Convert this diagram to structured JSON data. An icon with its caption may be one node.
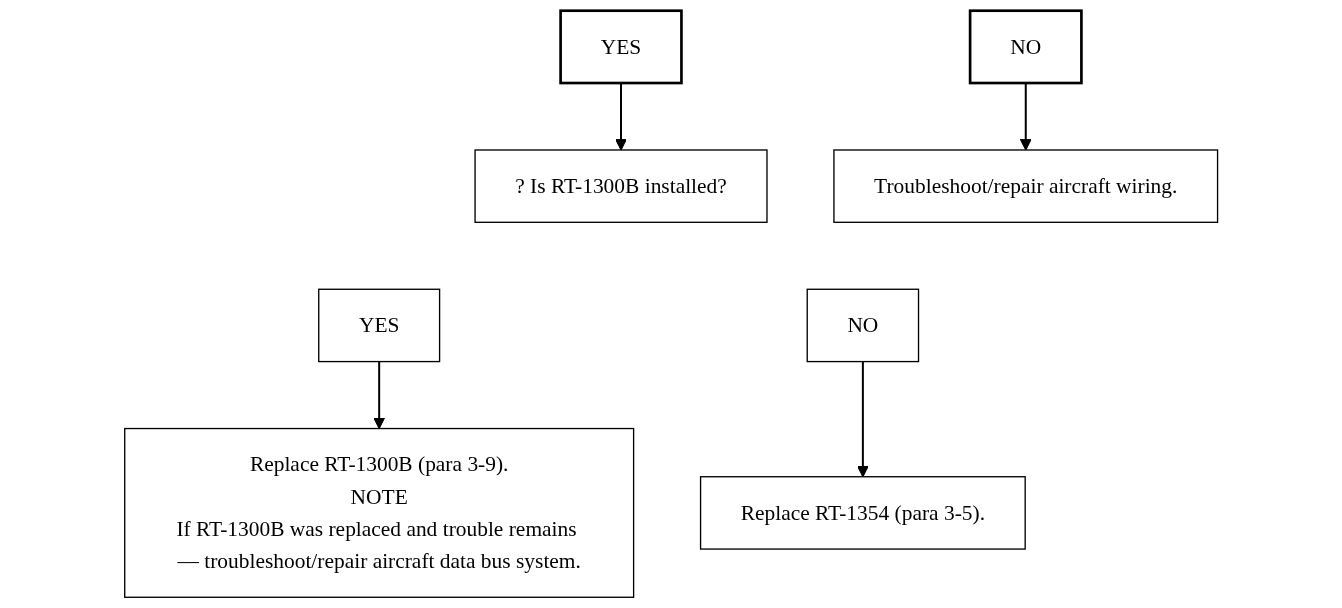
{
  "diagram": {
    "nodes": [
      {
        "text": [
          "YES"
        ]
      },
      {
        "text": [
          "NO"
        ]
      },
      {
        "text": [
          "? Is RT-1300B installed?"
        ]
      },
      {
        "text": [
          "Troubleshoot/repair aircraft wiring."
        ]
      },
      {
        "text": [
          "YES"
        ]
      },
      {
        "text": [
          "NO"
        ]
      },
      {
        "text": [
          "Replace RT-1300B (para 3-9).",
          "NOTE",
          "If RT-1300B was replaced and trouble remains — troubleshoot/repair aircraft data bus system."
        ]
      },
      {
        "text": [
          "Replace RT-1354 (para 3-5)."
        ]
      }
    ],
    "edges": [
      {
        "from": 0,
        "to": 2,
        "arrow": "to"
      },
      {
        "from": 1,
        "to": 3,
        "arrow": "to"
      },
      {
        "from": 4,
        "to": 6,
        "arrow": "to"
      },
      {
        "from": 5,
        "to": 7,
        "arrow": "to"
      }
    ]
  }
}
